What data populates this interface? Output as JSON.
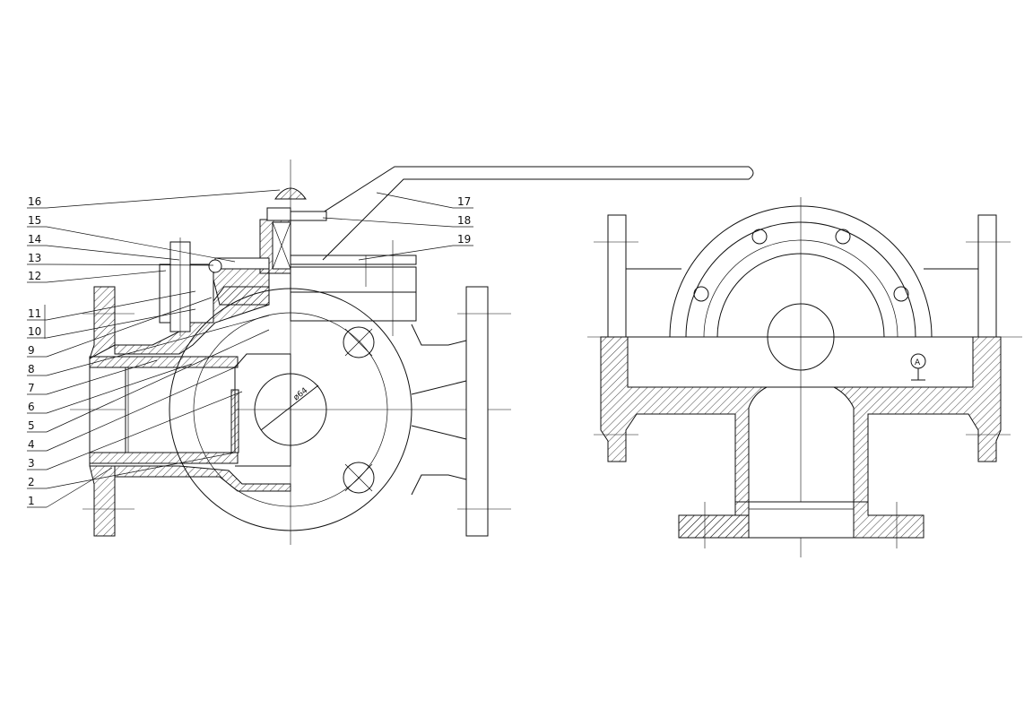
{
  "callouts_left": [
    {
      "label": "16"
    },
    {
      "label": "15"
    },
    {
      "label": "14"
    },
    {
      "label": "13"
    },
    {
      "label": "12"
    },
    {
      "label": "11"
    },
    {
      "label": "10"
    },
    {
      "label": "9"
    },
    {
      "label": "8"
    },
    {
      "label": "7"
    },
    {
      "label": "6"
    },
    {
      "label": "5"
    },
    {
      "label": "4"
    },
    {
      "label": "3"
    },
    {
      "label": "2"
    },
    {
      "label": "1"
    }
  ],
  "callouts_right": [
    {
      "label": "17"
    },
    {
      "label": "18"
    },
    {
      "label": "19"
    }
  ],
  "dimension_label": "ø64",
  "section_marker": "A"
}
